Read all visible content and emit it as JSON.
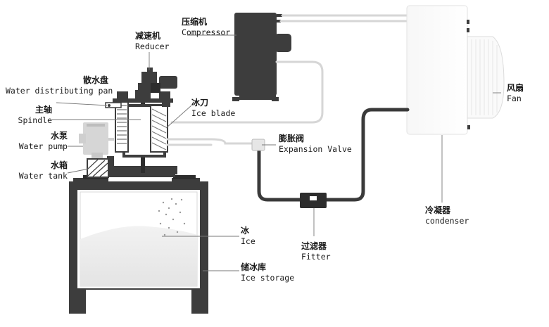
{
  "labels": {
    "water_distributing_pan": {
      "zh": "散水盘",
      "en": "Water distributing pan"
    },
    "spindle": {
      "zh": "主轴",
      "en": "Spindle"
    },
    "water_pump": {
      "zh": "水泵",
      "en": "Water pump"
    },
    "water_tank": {
      "zh": "水箱",
      "en": "Water tank"
    },
    "reducer": {
      "zh": "减速机",
      "en": "Reducer"
    },
    "compressor": {
      "zh": "压缩机",
      "en": "Compressor"
    },
    "ice_blade": {
      "zh": "冰刀",
      "en": "Ice blade"
    },
    "expansion_valve": {
      "zh": "膨胀阀",
      "en": "Expansion Valve"
    },
    "fan": {
      "zh": "风扇",
      "en": "Fan"
    },
    "condenser": {
      "zh": "冷凝器",
      "en": "condenser"
    },
    "ice": {
      "zh": "冰",
      "en": "Ice"
    },
    "ice_storage": {
      "zh": "储冰库",
      "en": "Ice storage"
    },
    "filter": {
      "zh": "过滤器",
      "en": "Fitter"
    }
  },
  "colors": {
    "dark": "#3d3d3d",
    "pipe": "#3a3a3a",
    "light_pipe": "#d6d6d6",
    "leader": "#777777",
    "background": "#ffffff"
  }
}
